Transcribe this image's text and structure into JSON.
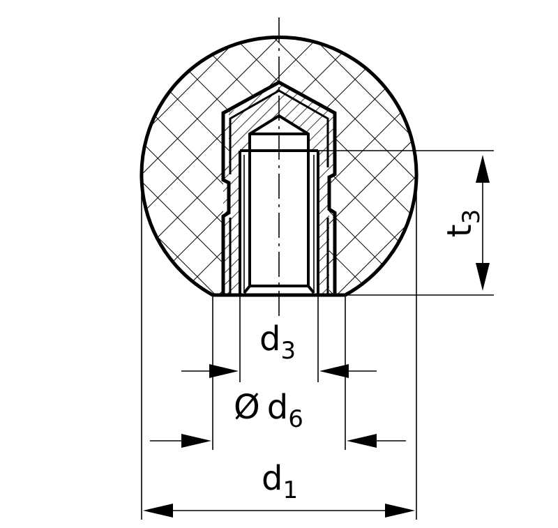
{
  "labels": {
    "t3_main": "t",
    "t3_sub": "3",
    "d3_main": "d",
    "d3_sub": "3",
    "d6_prefix": "Ø",
    "d6_main": "d",
    "d6_sub": "6",
    "d1_main": "d",
    "d1_sub": "1"
  },
  "colors": {
    "ink": "#000000",
    "background": "#ffffff"
  }
}
